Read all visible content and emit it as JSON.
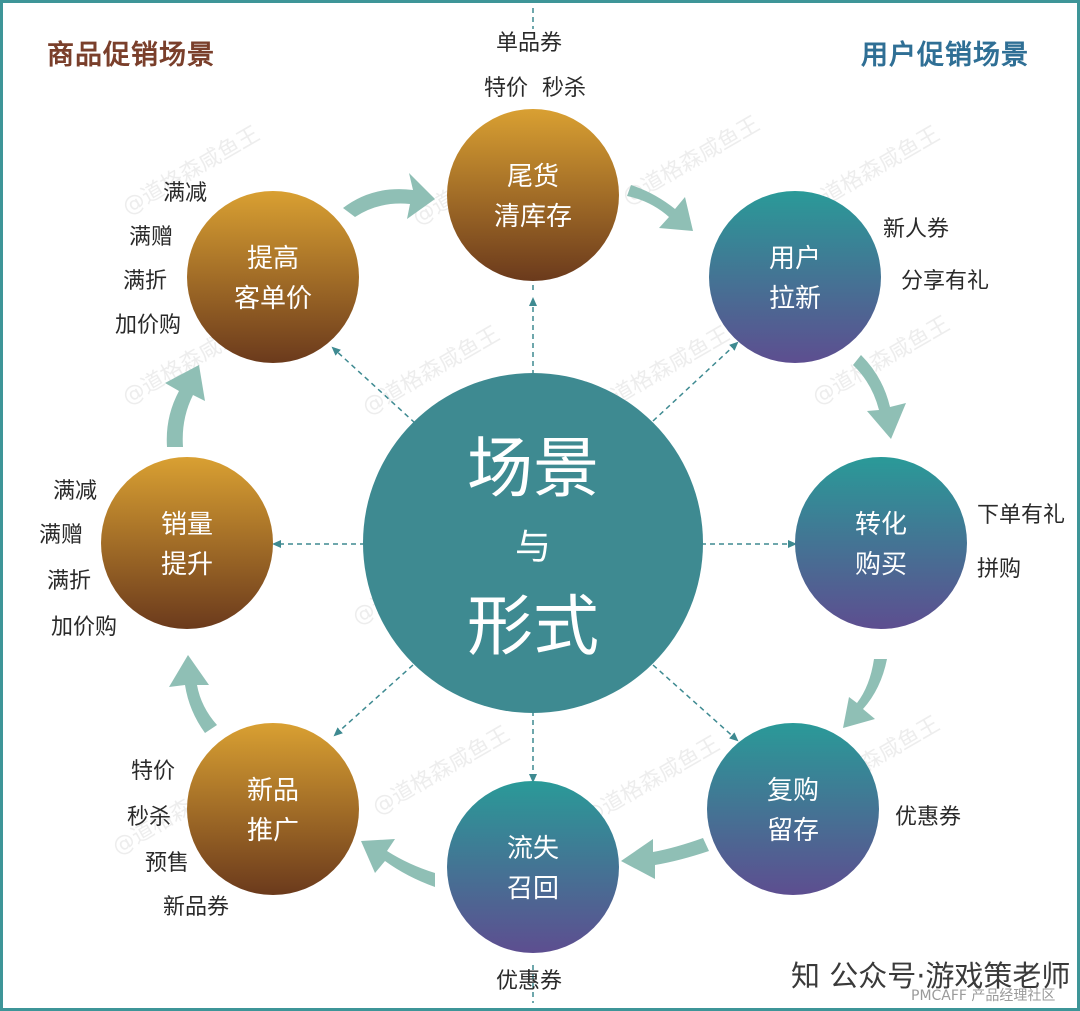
{
  "headers": {
    "left": "商品促销场景",
    "right": "用户促销场景"
  },
  "center": {
    "line1": "场景",
    "line2": "与",
    "line3": "形式"
  },
  "nodes": {
    "top": [
      "尾货",
      "清库存"
    ],
    "upper_left": [
      "提高",
      "客单价"
    ],
    "left": [
      "销量",
      "提升"
    ],
    "lower_left": [
      "新品",
      "推广"
    ],
    "bottom": [
      "流失",
      "召回"
    ],
    "lower_right": [
      "复购",
      "留存"
    ],
    "right": [
      "转化",
      "购买"
    ],
    "upper_right": [
      "用户",
      "拉新"
    ]
  },
  "labels": {
    "top": [
      "单品券",
      "特价  秒杀"
    ],
    "upper_left": [
      "满减",
      "满赠",
      "满折",
      "加价购"
    ],
    "left": [
      "满减",
      "满赠",
      "满折",
      "加价购"
    ],
    "lower_left": [
      "特价",
      "秒杀",
      "预售",
      "新品券"
    ],
    "bottom": [
      "优惠券"
    ],
    "lower_right": [
      "优惠券"
    ],
    "right": [
      "下单有礼",
      "拼购"
    ],
    "upper_right": [
      "新人券",
      "分享有礼"
    ]
  },
  "watermark": "@道格森咸鱼王",
  "footer": {
    "account": "知 公众号·游戏策老师",
    "site": "PMCAFF 产品经理社区"
  },
  "colors": {
    "orange_top": "#d9a032",
    "orange_bottom": "#6b3a1c",
    "teal": "#3e8a91",
    "blue_top": "#2a9a98",
    "blue_bottom": "#5d4e90",
    "arrow": "#8fbfb5",
    "border": "#3e9598"
  }
}
